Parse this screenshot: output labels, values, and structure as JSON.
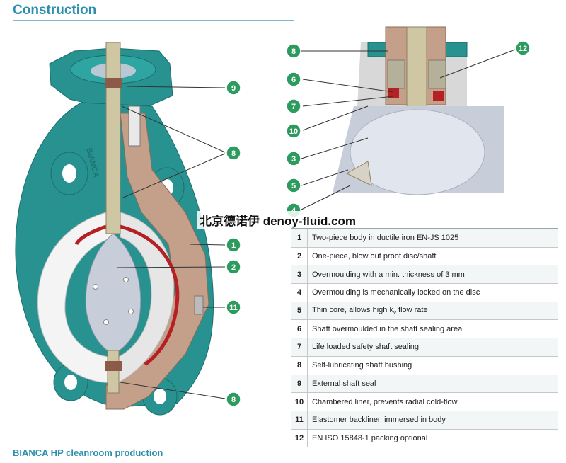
{
  "title": "Construction",
  "caption": "BIANCA HP cleanroom production",
  "watermark": "北京德诺伊 denoy-fluid.com",
  "body_label": "BIANCA",
  "colors": {
    "teal_body": "#27928f",
    "callout": "#2d9a5e",
    "liner_red": "#b52025",
    "accent_blue": "#2c8fae"
  },
  "callouts": [
    "9",
    "8",
    "1",
    "2",
    "11",
    "8",
    "8",
    "12",
    "6",
    "7",
    "10",
    "3",
    "5",
    "4"
  ],
  "legend": [
    {
      "num": "1",
      "text": "Two-piece body in ductile iron EN-JS 1025"
    },
    {
      "num": "2",
      "text": "One-piece, blow out proof disc/shaft"
    },
    {
      "num": "3",
      "text": "Overmoulding with a min. thickness of 3 mm"
    },
    {
      "num": "4",
      "text": "Overmoulding is mechanically locked on the disc"
    },
    {
      "num": "5",
      "text": "Thin core, allows high",
      "sym": "k",
      "sub": "v",
      "suffix": " flow rate"
    },
    {
      "num": "6",
      "text": "Shaft overmoulded in the shaft sealing area"
    },
    {
      "num": "7",
      "text": "Life loaded safety shaft sealing"
    },
    {
      "num": "8",
      "text": "Self-lubricating shaft bushing"
    },
    {
      "num": "9",
      "text": "External shaft seal"
    },
    {
      "num": "10",
      "text": "Chambered liner, prevents radial cold-flow"
    },
    {
      "num": "11",
      "text": "Elastomer backliner, immersed in body"
    },
    {
      "num": "12",
      "text": "EN ISO 15848-1 packing optional"
    }
  ]
}
